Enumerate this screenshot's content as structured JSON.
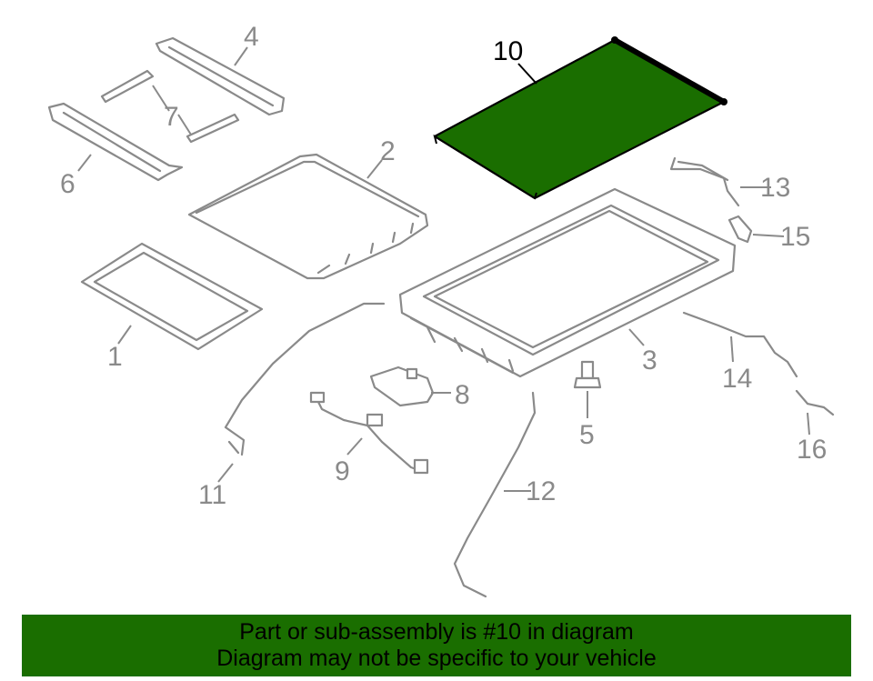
{
  "callouts": {
    "c1": "1",
    "c2": "2",
    "c3": "3",
    "c4": "4",
    "c5": "5",
    "c6": "6",
    "c7": "7",
    "c8": "8",
    "c9": "9",
    "c10": "10",
    "c11": "11",
    "c12": "12",
    "c13": "13",
    "c14": "14",
    "c15": "15",
    "c16": "16"
  },
  "highlighted_part": "10",
  "colors": {
    "highlight_fill": "#1a6e00",
    "line_gray": "#8a8a8a",
    "banner_bg": "#1a6e00"
  },
  "banner": {
    "line1": "Part or sub-assembly is #10 in diagram",
    "line2": "Diagram may not be specific to your vehicle"
  }
}
